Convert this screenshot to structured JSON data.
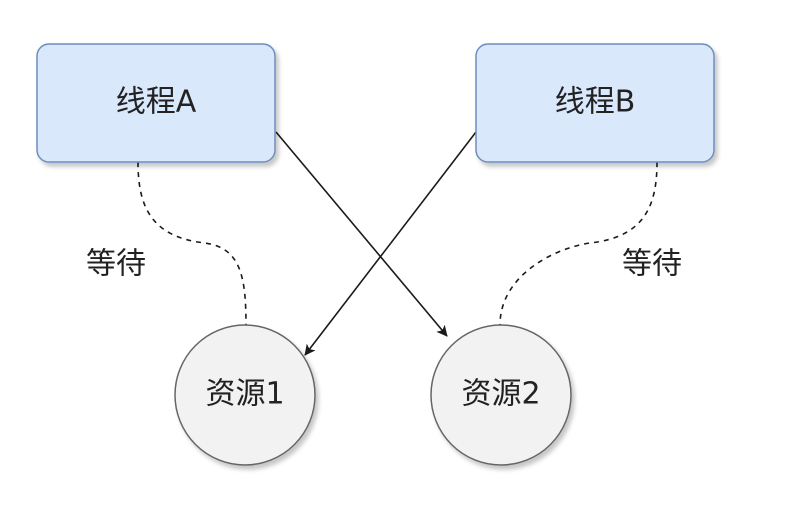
{
  "threads": [
    {
      "label": "线程A"
    },
    {
      "label": "线程B"
    }
  ],
  "resources": [
    {
      "label": "资源1"
    },
    {
      "label": "资源2"
    }
  ],
  "wait_labels": [
    {
      "label": "等待"
    },
    {
      "label": "等待"
    }
  ],
  "colors": {
    "thread_fill": "#dae8fc",
    "thread_stroke": "#6c8ebf",
    "resource_fill": "#f2f2f2",
    "resource_stroke": "#666666",
    "edge": "#1a1a1a"
  }
}
